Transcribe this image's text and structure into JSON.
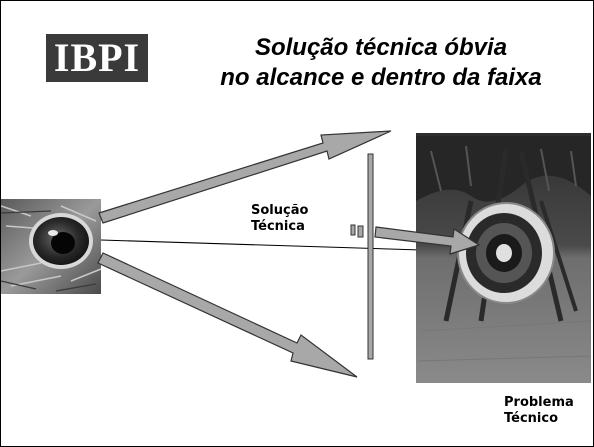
{
  "logo": {
    "text": "IBPI"
  },
  "title": {
    "line1": "Solução técnica óbvia",
    "line2": "no alcance e dentro da faixa"
  },
  "labels": {
    "solucao_line1": "Solução",
    "solucao_line2": "Técnica",
    "problema_line1": "Problema",
    "problema_line2": "Técnico"
  },
  "images": {
    "eye": "eagle-eye-photo",
    "target": "archery-target-photo"
  },
  "colors": {
    "arrow_fill": "#a8a8a8",
    "arrow_stroke": "#333333",
    "logo_bg": "#3a3a3a"
  }
}
